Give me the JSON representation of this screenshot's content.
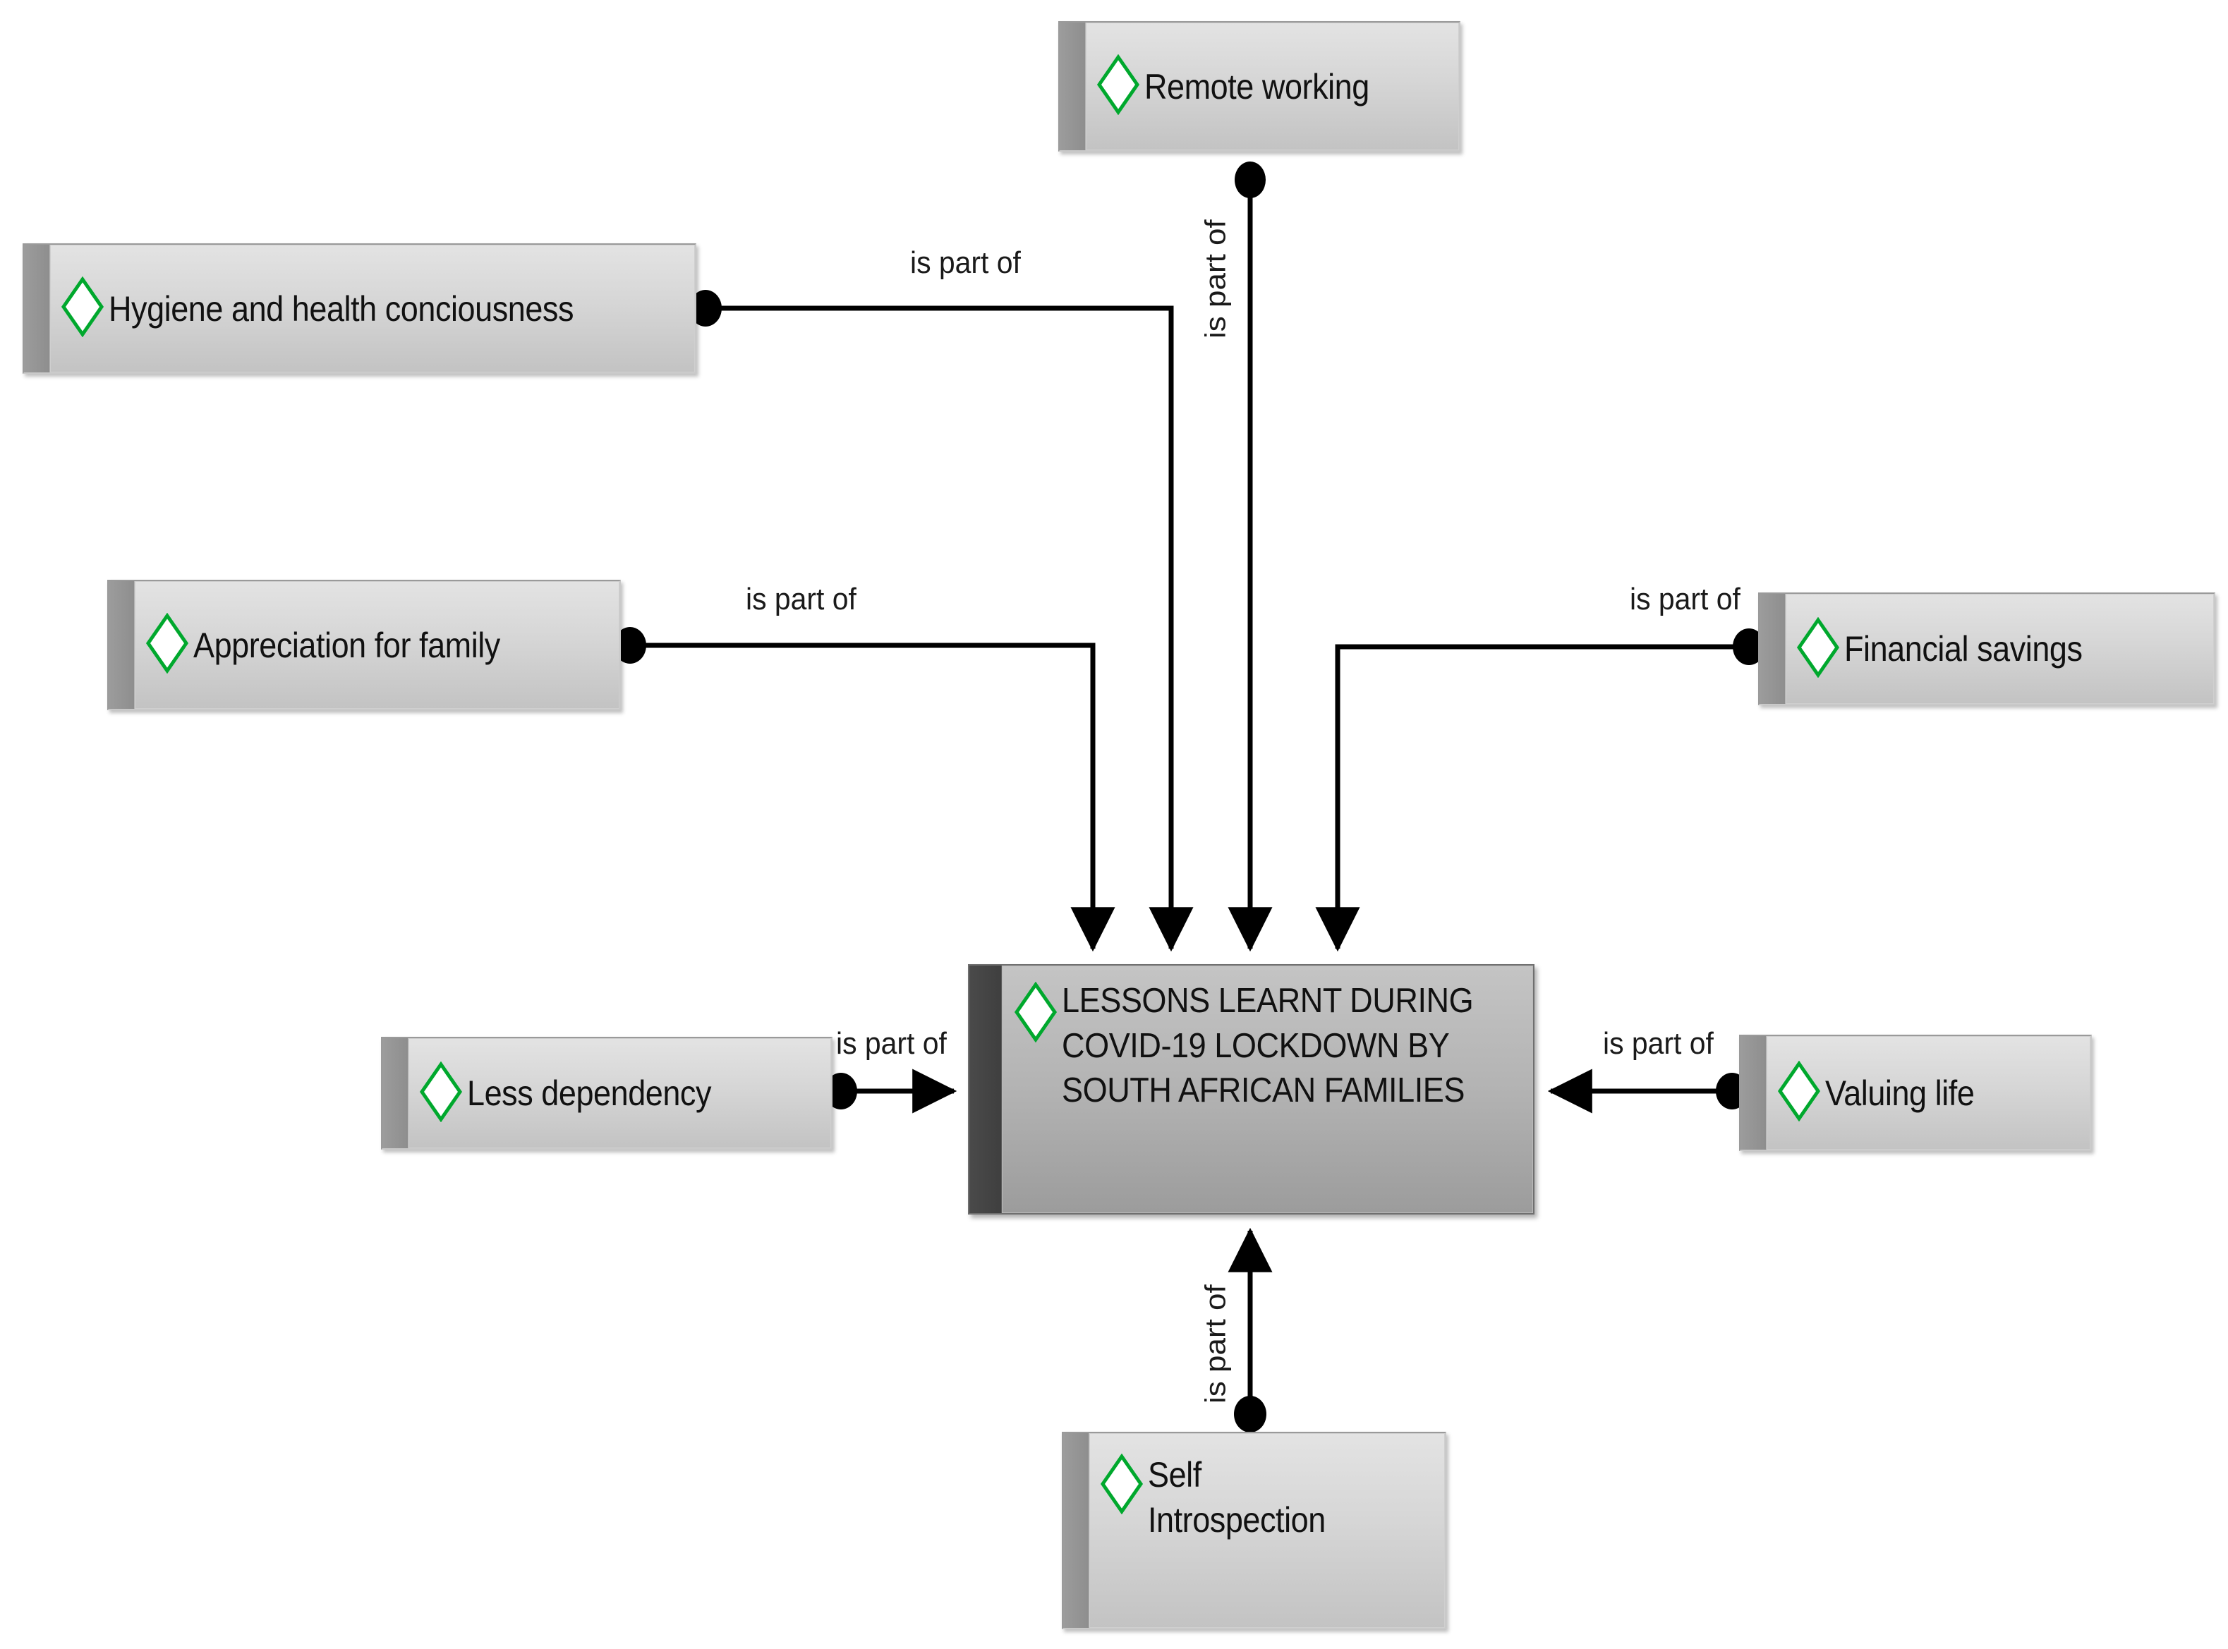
{
  "diagram": {
    "type": "concept-map",
    "title": "LESSONS LEARNT DURING COVID-19 LOCKDOWN BY SOUTH AFRICAN FAMILIES",
    "background_color": "#ffffff",
    "accent_color": "#00a82d",
    "node_body_color": "#d6d6d6",
    "central_body_color": "#b3b3b3",
    "edge_color": "#000000",
    "relationship_label": "is part of"
  },
  "central_node": {
    "id": "central",
    "label": "LESSONS LEARNT DURING\nCOVID-19 LOCKDOWN BY\nSOUTH AFRICAN FAMILIES",
    "icon": "diamond-icon"
  },
  "nodes": [
    {
      "id": "remote-working",
      "label": "Remote working",
      "icon": "diamond-icon"
    },
    {
      "id": "hygiene",
      "label": "Hygiene and health conciousness",
      "icon": "diamond-icon"
    },
    {
      "id": "appreciation",
      "label": "Appreciation for family",
      "icon": "diamond-icon"
    },
    {
      "id": "financial",
      "label": "Financial savings",
      "icon": "diamond-icon"
    },
    {
      "id": "less-dependency",
      "label": "Less dependency",
      "icon": "diamond-icon"
    },
    {
      "id": "valuing-life",
      "label": "Valuing life",
      "icon": "diamond-icon"
    },
    {
      "id": "self-introspect",
      "label": "Self\nIntrospection",
      "icon": "diamond-icon"
    }
  ],
  "edges": [
    {
      "id": "edge-remote",
      "from": "remote-working",
      "to": "central",
      "label": "is part of",
      "orientation": "vertical"
    },
    {
      "id": "edge-hygiene",
      "from": "hygiene",
      "to": "central",
      "label": "is part of",
      "orientation": "horizontal"
    },
    {
      "id": "edge-appreciation",
      "from": "appreciation",
      "to": "central",
      "label": "is part of",
      "orientation": "horizontal"
    },
    {
      "id": "edge-financial",
      "from": "financial",
      "to": "central",
      "label": "is part of",
      "orientation": "horizontal"
    },
    {
      "id": "edge-dependency",
      "from": "less-dependency",
      "to": "central",
      "label": "is part of",
      "orientation": "horizontal"
    },
    {
      "id": "edge-valuing",
      "from": "valuing-life",
      "to": "central",
      "label": "is part of",
      "orientation": "horizontal"
    },
    {
      "id": "edge-self",
      "from": "self-introspect",
      "to": "central",
      "label": "is part of",
      "orientation": "vertical"
    }
  ]
}
